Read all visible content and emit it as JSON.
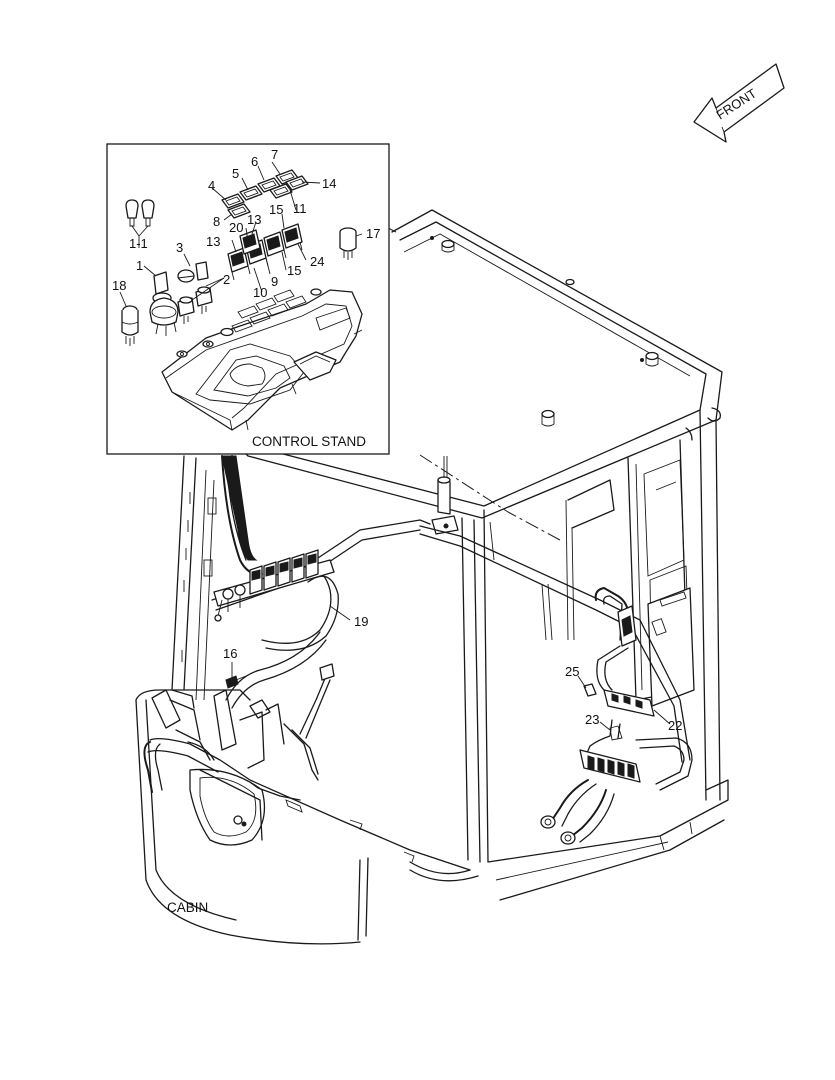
{
  "direction": {
    "label": "FRONT"
  },
  "inset": {
    "title": "CONTROL STAND"
  },
  "main": {
    "title": "CABIN"
  },
  "callouts": {
    "c1": "1",
    "c1_1": "1-1",
    "c2": "2",
    "c3": "3",
    "c4": "4",
    "c5": "5",
    "c6": "6",
    "c7": "7",
    "c8": "8",
    "c9": "9",
    "c10": "10",
    "c11": "11",
    "c13a": "13",
    "c13b": "13",
    "c14": "14",
    "c15a": "15",
    "c15b": "15",
    "c16": "16",
    "c17": "17",
    "c18": "18",
    "c19": "19",
    "c20": "20",
    "c22": "22",
    "c23": "23",
    "c24": "24",
    "c25": "25"
  }
}
